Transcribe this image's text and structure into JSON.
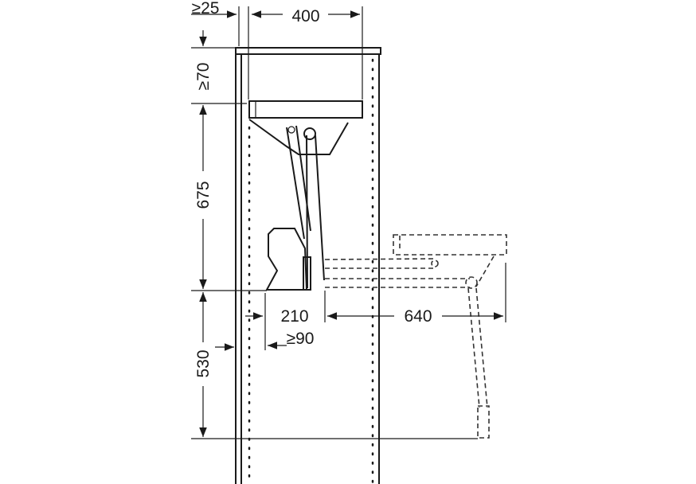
{
  "dimensions": {
    "side_gap": "≥25",
    "width": "400",
    "top_gap": "≥70",
    "lift_height": "675",
    "depth_offset": "210",
    "extension": "640",
    "min_depth": "≥90",
    "bottom_height": "530"
  }
}
